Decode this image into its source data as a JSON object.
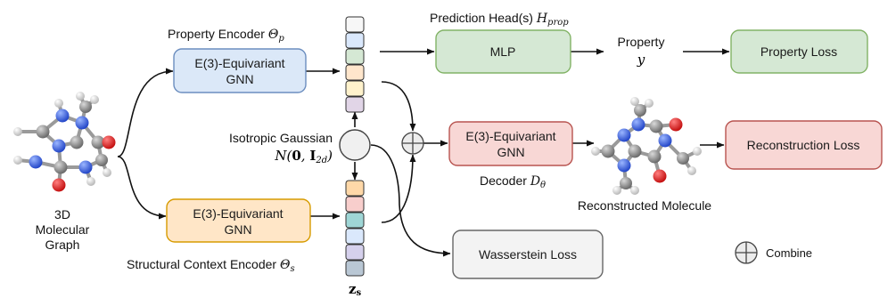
{
  "colors": {
    "blue_fill": "#dbe8f8",
    "blue_stroke": "#6c8ebf",
    "green_fill": "#d5e8d4",
    "green_stroke": "#82b366",
    "orange_fill": "#ffe6c7",
    "orange_stroke": "#d79b00",
    "red_fill": "#f8d7d5",
    "red_stroke": "#b85450",
    "gray_fill": "#f3f3f3",
    "gray_stroke": "#666666",
    "vec_top": [
      "#f7f7f7",
      "#dae8fc",
      "#d5e8d4",
      "#ffe6cc",
      "#fff2cc",
      "#e1d5e7"
    ],
    "vec_bottom": [
      "#ffd8a8",
      "#f8cecc",
      "#9fd6d6",
      "#dae8fc",
      "#d5d0ec",
      "#b9c7d4"
    ]
  },
  "input": {
    "l1": "3D",
    "l2": "Molecular",
    "l3": "Graph"
  },
  "property_encoder": {
    "title": "Property Encoder",
    "symbol": "Θ",
    "sub": "p",
    "box_l1": "E(3)-Equivariant",
    "box_l2": "GNN"
  },
  "structural_encoder": {
    "title": "Structural Context Encoder",
    "symbol": "Θ",
    "sub": "s",
    "box_l1": "E(3)-Equivariant",
    "box_l2": "GNN"
  },
  "gaussian": {
    "l1": "Isotropic Gaussian",
    "cal": "N",
    "arg0": "(",
    "zero": "0",
    "comma": ", ",
    "ident": "I",
    "isub": "2d",
    "arg1": ")"
  },
  "zs": {
    "main": "z",
    "sub": "s"
  },
  "prediction_head": {
    "title": "Prediction Head(s)",
    "symbol": "H",
    "sub": "prop",
    "box": "MLP"
  },
  "property": {
    "l1": "Property",
    "sym": "y"
  },
  "property_loss": "Property Loss",
  "decoder": {
    "box_l1": "E(3)-Equivariant",
    "box_l2": "GNN",
    "title": "Decoder",
    "symbol": "D",
    "sub": "θ"
  },
  "reconstructed": "Reconstructed Molecule",
  "reconstruction_loss": "Reconstruction Loss",
  "wasserstein_loss": "Wasserstein Loss",
  "legend": {
    "combine": "Combine",
    "icon": "circle-plus-icon"
  }
}
